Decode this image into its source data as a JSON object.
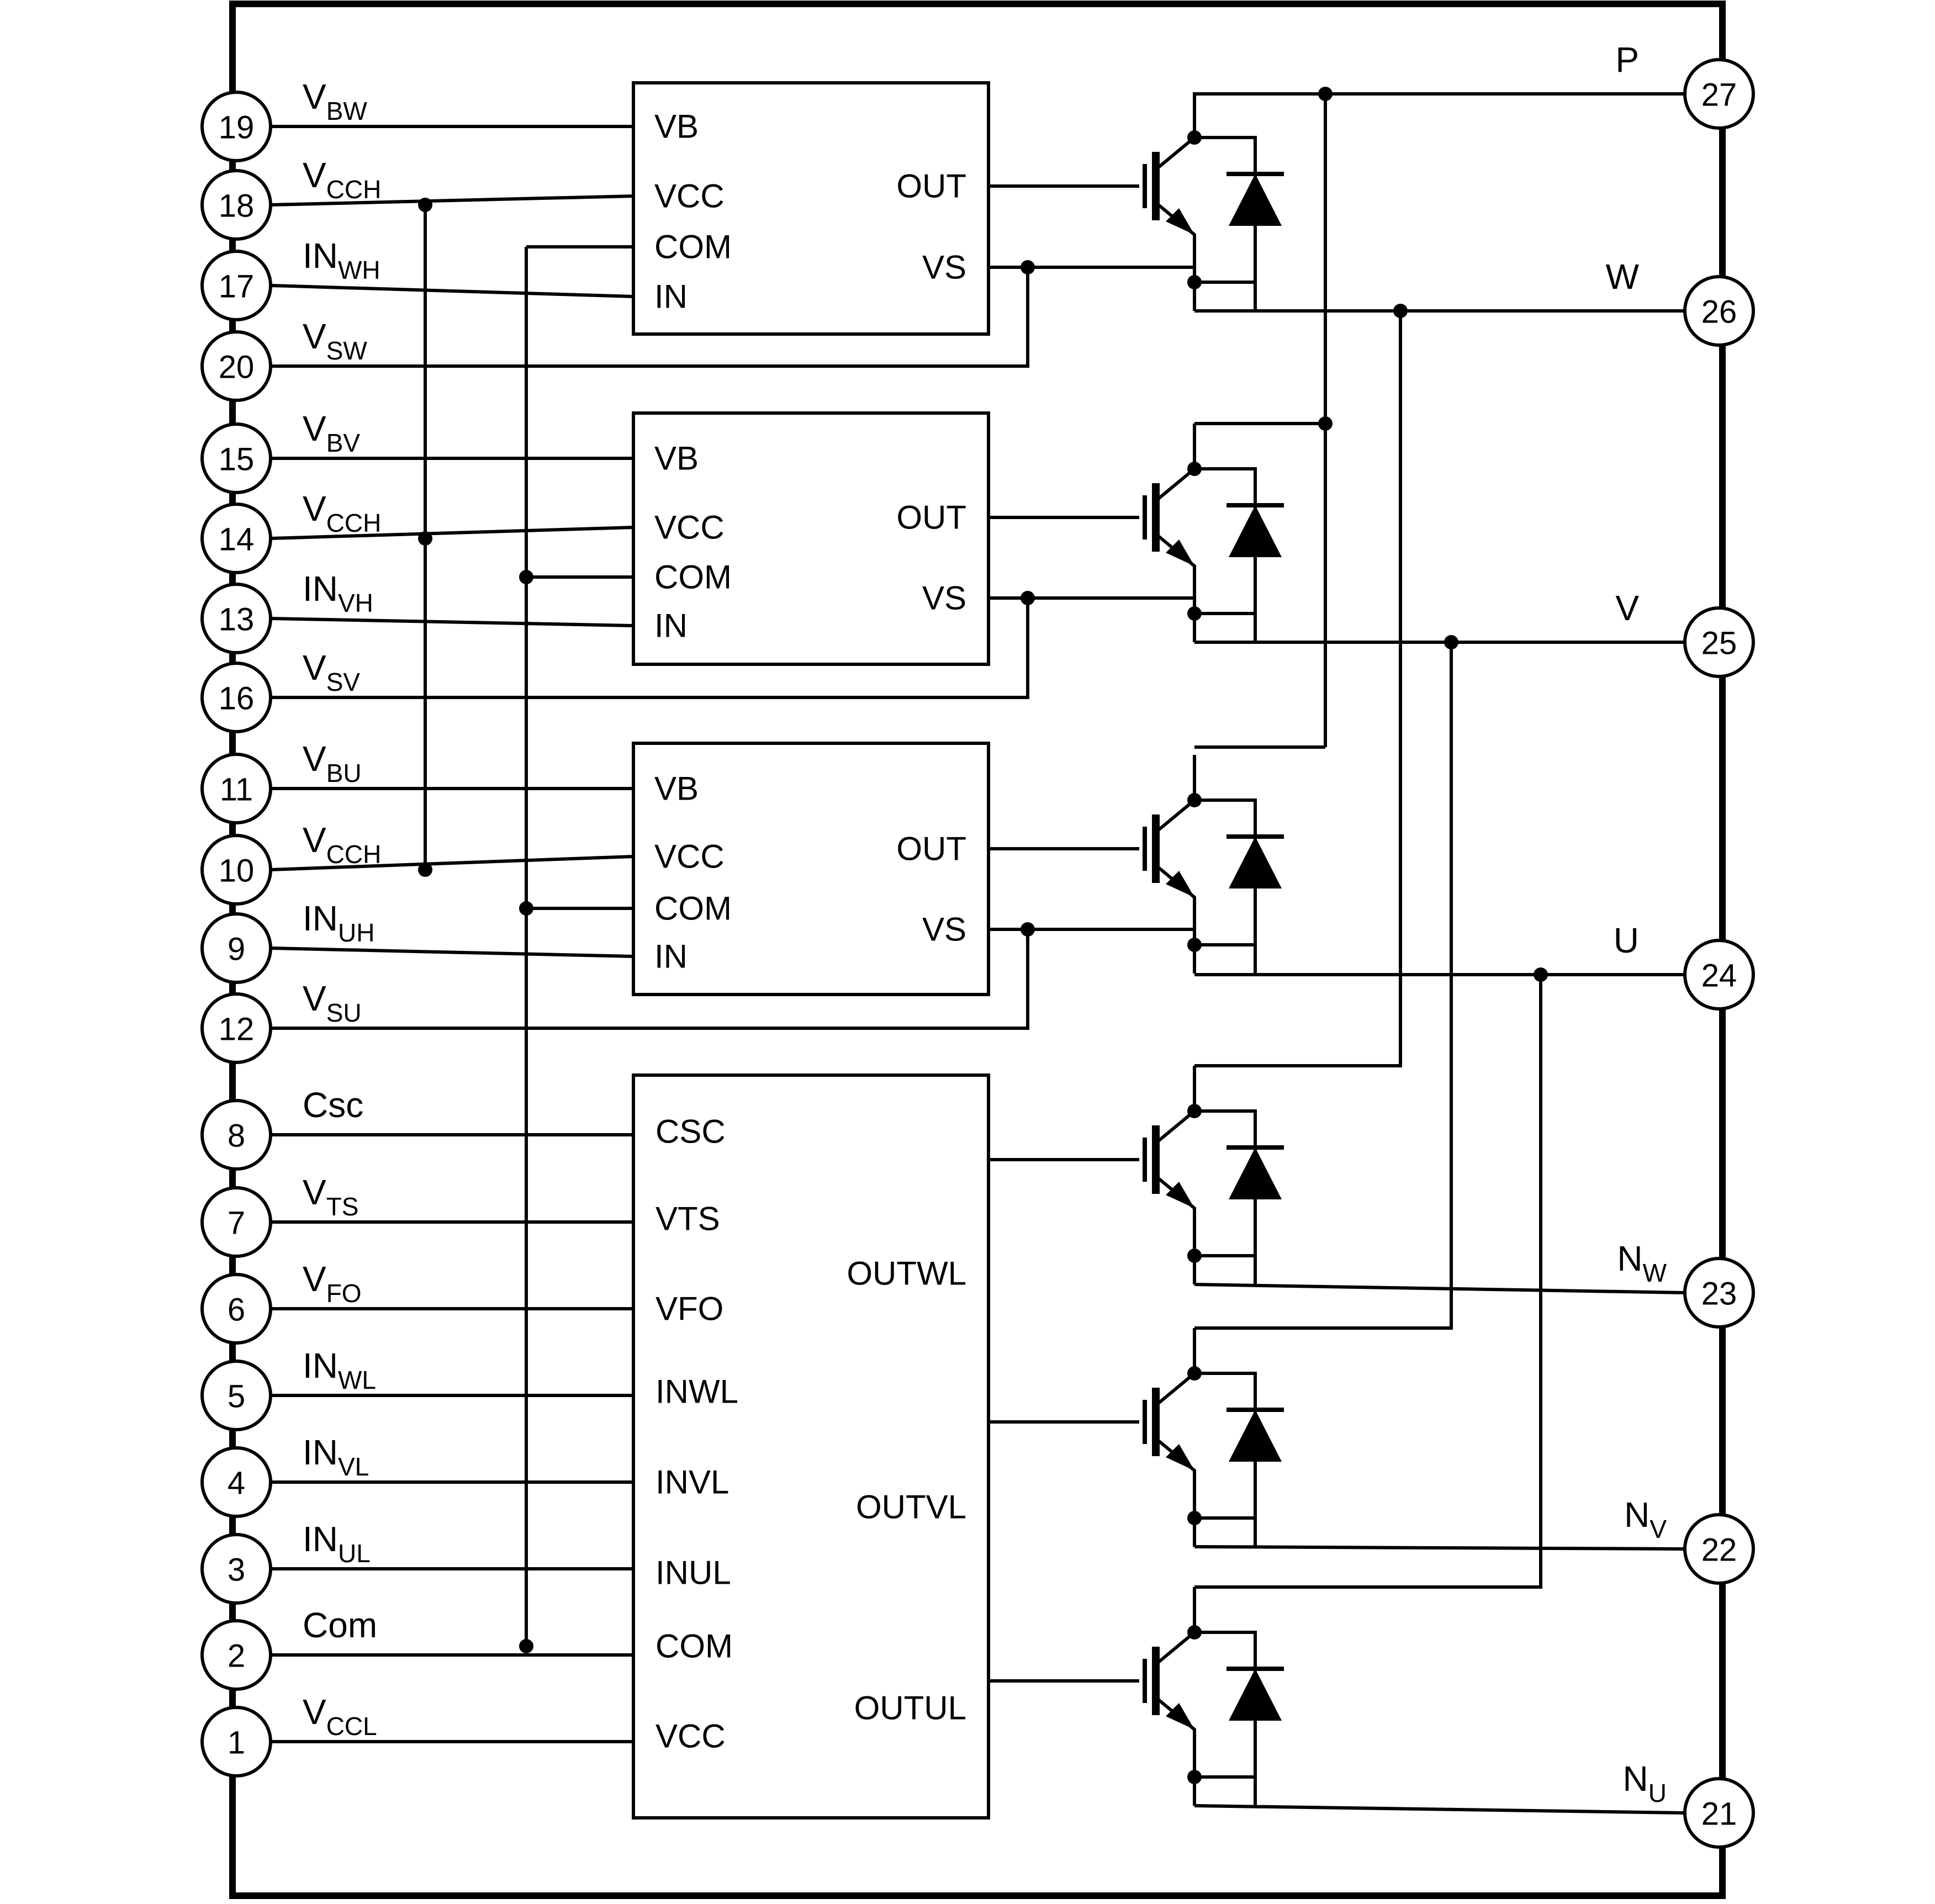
{
  "left_pins": [
    {
      "num": "19",
      "label": "V",
      "sub": "BW"
    },
    {
      "num": "18",
      "label": "V",
      "sub": "CCH"
    },
    {
      "num": "17",
      "label": "IN",
      "sub": "WH"
    },
    {
      "num": "20",
      "label": "V",
      "sub": "SW"
    },
    {
      "num": "15",
      "label": "V",
      "sub": "BV"
    },
    {
      "num": "14",
      "label": "V",
      "sub": "CCH"
    },
    {
      "num": "13",
      "label": "IN",
      "sub": "VH"
    },
    {
      "num": "16",
      "label": "V",
      "sub": "SV"
    },
    {
      "num": "11",
      "label": "V",
      "sub": "BU"
    },
    {
      "num": "10",
      "label": "V",
      "sub": "CCH"
    },
    {
      "num": "9",
      "label": "IN",
      "sub": "UH"
    },
    {
      "num": "12",
      "label": "V",
      "sub": "SU"
    },
    {
      "num": "8",
      "label": "Csc",
      "sub": ""
    },
    {
      "num": "7",
      "label": "V",
      "sub": "TS"
    },
    {
      "num": "6",
      "label": "V",
      "sub": "FO"
    },
    {
      "num": "5",
      "label": "IN",
      "sub": "WL"
    },
    {
      "num": "4",
      "label": "IN",
      "sub": "VL"
    },
    {
      "num": "3",
      "label": "IN",
      "sub": "UL"
    },
    {
      "num": "2",
      "label": "Com",
      "sub": ""
    },
    {
      "num": "1",
      "label": "V",
      "sub": "CCL"
    }
  ],
  "right_pins": [
    {
      "num": "27",
      "label": "P",
      "sub": ""
    },
    {
      "num": "26",
      "label": "W",
      "sub": ""
    },
    {
      "num": "25",
      "label": "V",
      "sub": ""
    },
    {
      "num": "24",
      "label": "U",
      "sub": ""
    },
    {
      "num": "23",
      "label": "N",
      "sub": "W"
    },
    {
      "num": "22",
      "label": "N",
      "sub": "V"
    },
    {
      "num": "21",
      "label": "N",
      "sub": "U"
    }
  ],
  "high_side_block": {
    "in_labels": [
      "VB",
      "VCC",
      "COM",
      "IN"
    ],
    "out_labels": [
      "OUT",
      "VS"
    ]
  },
  "low_side_block": {
    "in_labels": [
      "CSC",
      "VTS",
      "VFO",
      "INWL",
      "INVL",
      "INUL",
      "COM",
      "VCC"
    ],
    "out_labels": [
      "OUTWL",
      "OUTVL",
      "OUTUL"
    ]
  }
}
